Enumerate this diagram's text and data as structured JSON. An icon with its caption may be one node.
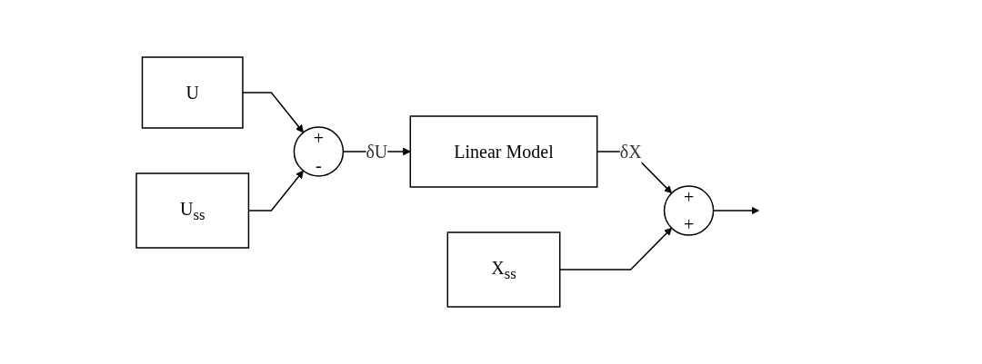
{
  "diagram": {
    "nodes": [
      {
        "text": [
          "U"
        ]
      },
      {
        "text": [
          "+",
          "-"
        ]
      },
      {
        "text": [
          "U$_{ss}$"
        ]
      },
      {
        "text": [
          "Linear Model"
        ]
      },
      {
        "text": [
          "+",
          "+"
        ]
      },
      {
        "text": [
          "X$_{ss}$"
        ]
      }
    ],
    "edges": [
      {
        "from": 0,
        "to": 1,
        "arrow": "to"
      },
      {
        "from": 2,
        "to": 1,
        "arrow": "to"
      },
      {
        "from": 1,
        "to": 3,
        "arrow": "to",
        "label": "δU"
      },
      {
        "from": 3,
        "to": 4,
        "arrow": "to",
        "label": "δX"
      },
      {
        "from": 5,
        "to": 4,
        "arrow": "to"
      },
      {
        "from": 4,
        "to": null,
        "arrow": "to"
      }
    ]
  }
}
